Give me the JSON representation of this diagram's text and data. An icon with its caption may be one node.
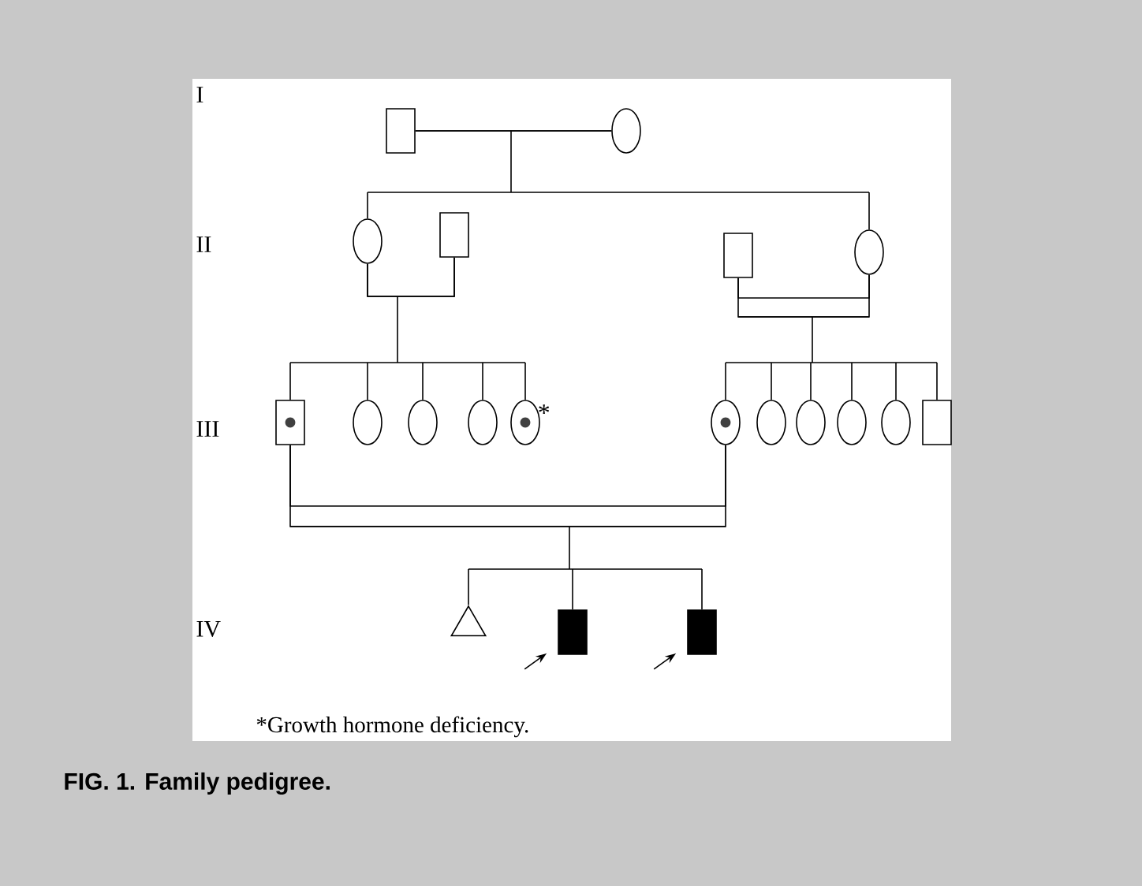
{
  "diagram": {
    "caption": "FIG. 1. Family pedigree.",
    "nodes": [
      {
        "text": [],
        "shape": "box"
      },
      {
        "text": [],
        "shape": "circle"
      },
      {
        "text": [],
        "shape": "circle"
      },
      {
        "text": [],
        "shape": "box"
      },
      {
        "text": [],
        "shape": "box"
      },
      {
        "text": [],
        "shape": "circle"
      },
      {
        "text": [],
        "shape": "box"
      },
      {
        "text": [],
        "shape": "circle"
      },
      {
        "text": [],
        "shape": "circle"
      },
      {
        "text": [],
        "shape": "circle"
      },
      {
        "text": [],
        "shape": "circle",
        "beside": [
          "*"
        ]
      },
      {
        "text": [],
        "shape": "circle"
      },
      {
        "text": [],
        "shape": "circle"
      },
      {
        "text": [],
        "shape": "circle"
      },
      {
        "text": [],
        "shape": "circle"
      },
      {
        "text": [],
        "shape": "circle"
      },
      {
        "text": [],
        "shape": "box"
      },
      {
        "text": [],
        "shape": "triangle"
      },
      {
        "text": [],
        "shape": "box"
      },
      {
        "text": [],
        "shape": "box"
      }
    ],
    "edges": [
      {
        "from": 0,
        "to": 1,
        "arrow": "none"
      },
      {
        "from": 0,
        "to": 2,
        "arrow": "none"
      },
      {
        "from": 0,
        "to": 5,
        "arrow": "none"
      },
      {
        "from": 1,
        "to": 2,
        "arrow": "none"
      },
      {
        "from": 1,
        "to": 5,
        "arrow": "none"
      },
      {
        "from": 2,
        "to": 3,
        "arrow": "none"
      },
      {
        "from": 2,
        "to": 6,
        "arrow": "none"
      },
      {
        "from": 2,
        "to": 7,
        "arrow": "none"
      },
      {
        "from": 2,
        "to": 8,
        "arrow": "none"
      },
      {
        "from": 2,
        "to": 9,
        "arrow": "none"
      },
      {
        "from": 2,
        "to": 10,
        "arrow": "none"
      },
      {
        "from": 3,
        "to": 6,
        "arrow": "none"
      },
      {
        "from": 3,
        "to": 7,
        "arrow": "none"
      },
      {
        "from": 3,
        "to": 8,
        "arrow": "none"
      },
      {
        "from": 3,
        "to": 9,
        "arrow": "none"
      },
      {
        "from": 3,
        "to": 10,
        "arrow": "none"
      },
      {
        "from": 4,
        "to": 5,
        "arrow": "none"
      },
      {
        "from": 4,
        "to": 11,
        "arrow": "none"
      },
      {
        "from": 4,
        "to": 12,
        "arrow": "none"
      },
      {
        "from": 4,
        "to": 13,
        "arrow": "none"
      },
      {
        "from": 4,
        "to": 14,
        "arrow": "none"
      },
      {
        "from": 4,
        "to": 15,
        "arrow": "none"
      },
      {
        "from": 4,
        "to": 16,
        "arrow": "none"
      },
      {
        "from": 5,
        "to": 11,
        "arrow": "none"
      },
      {
        "from": 5,
        "to": 12,
        "arrow": "none"
      },
      {
        "from": 5,
        "to": 13,
        "arrow": "none"
      },
      {
        "from": 5,
        "to": 14,
        "arrow": "none"
      },
      {
        "from": 5,
        "to": 15,
        "arrow": "none"
      },
      {
        "from": 5,
        "to": 16,
        "arrow": "none"
      },
      {
        "from": 6,
        "to": 11,
        "arrow": "none"
      },
      {
        "from": 6,
        "to": 17,
        "arrow": "none"
      },
      {
        "from": 6,
        "to": 18,
        "arrow": "none"
      },
      {
        "from": 6,
        "to": 19,
        "arrow": "none"
      },
      {
        "from": 11,
        "to": 17,
        "arrow": "none"
      },
      {
        "from": 11,
        "to": 18,
        "arrow": "none"
      },
      {
        "from": 11,
        "to": 19,
        "arrow": "none"
      },
      {
        "from": null,
        "to": 18,
        "arrow": "to"
      },
      {
        "from": null,
        "to": 19,
        "arrow": "to"
      }
    ],
    "labels": [
      "I",
      "II",
      "III",
      "IV",
      "*Growth hormone deficiency."
    ]
  }
}
